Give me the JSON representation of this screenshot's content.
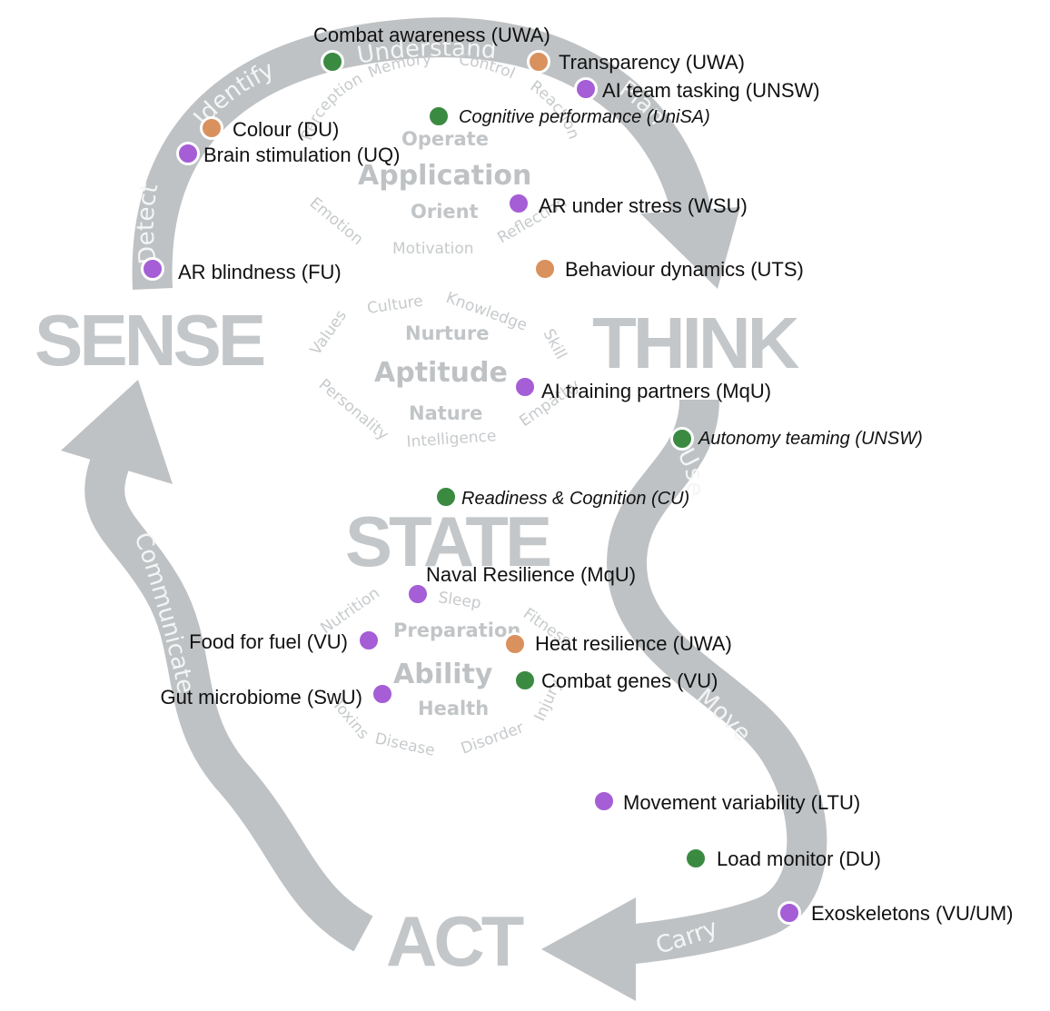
{
  "stages": {
    "sense": "SENSE",
    "think": "THINK",
    "state": "STATE",
    "act": "ACT"
  },
  "arrow_labels": {
    "detect": "Detect",
    "identify": "Identify",
    "understand": "Understand",
    "plan": "Plan",
    "use": "Use",
    "move": "Move",
    "carry": "Carry",
    "communicate": "Communicate"
  },
  "wheels": {
    "application": {
      "core": "Application",
      "upper": "Operate",
      "lower": "Orient",
      "outer": [
        "Perception",
        "Memory",
        "Control",
        "Reaction",
        "Emotion",
        "Motivation",
        "Reflection"
      ]
    },
    "aptitude": {
      "core": "Aptitude",
      "upper": "Nurture",
      "lower": "Nature",
      "outer": [
        "Culture",
        "Knowledge",
        "Skill",
        "Values",
        "Personality",
        "Intelligence",
        "Empathy"
      ]
    },
    "ability": {
      "core": "Ability",
      "upper": "Preparation",
      "lower": "Health",
      "outer": [
        "Sleep",
        "Nutrition",
        "Fitness",
        "Toxins",
        "Disease",
        "Disorder",
        "Injury"
      ]
    }
  },
  "colors": {
    "green": "#3b8a42",
    "orange": "#d9915e",
    "purple": "#a55ed6",
    "arrow": "#bfc2c4"
  },
  "projects": [
    {
      "label": "Combat awareness (UWA)",
      "color": "green",
      "italic": false
    },
    {
      "label": "Transparency (UWA)",
      "color": "orange",
      "italic": false
    },
    {
      "label": "AI team tasking (UNSW)",
      "color": "purple",
      "italic": false
    },
    {
      "label": "Cognitive performance (UniSA)",
      "color": "green",
      "italic": true
    },
    {
      "label": "Colour (DU)",
      "color": "orange",
      "italic": false
    },
    {
      "label": "Brain stimulation (UQ)",
      "color": "purple",
      "italic": false
    },
    {
      "label": "AR under stress (WSU)",
      "color": "purple",
      "italic": false
    },
    {
      "label": "Behaviour dynamics (UTS)",
      "color": "orange",
      "italic": false
    },
    {
      "label": "AR blindness (FU)",
      "color": "purple",
      "italic": false
    },
    {
      "label": "AI training partners (MqU)",
      "color": "purple",
      "italic": false
    },
    {
      "label": "Autonomy teaming (UNSW)",
      "color": "green",
      "italic": true
    },
    {
      "label": "Readiness & Cognition (CU)",
      "color": "green",
      "italic": true
    },
    {
      "label": "Naval Resilience (MqU)",
      "color": "purple",
      "italic": false
    },
    {
      "label": "Food for fuel (VU)",
      "color": "purple",
      "italic": false
    },
    {
      "label": "Heat resilience (UWA)",
      "color": "orange",
      "italic": false
    },
    {
      "label": "Combat genes (VU)",
      "color": "green",
      "italic": false
    },
    {
      "label": "Gut microbiome (SwU)",
      "color": "purple",
      "italic": false
    },
    {
      "label": "Movement variability (LTU)",
      "color": "purple",
      "italic": false
    },
    {
      "label": "Load monitor (DU)",
      "color": "green",
      "italic": false
    },
    {
      "label": "Exoskeletons (VU/UM)",
      "color": "purple",
      "italic": false
    }
  ]
}
